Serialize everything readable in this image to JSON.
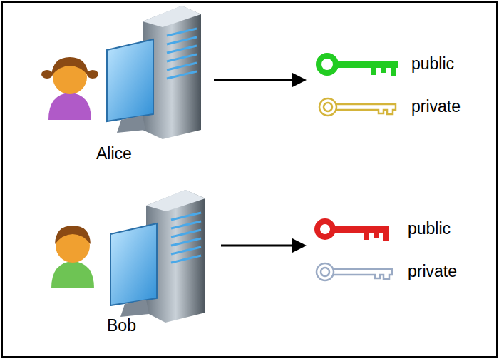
{
  "diagram": {
    "labels": [
      "Alice",
      "public",
      "private",
      "Bob",
      "public",
      "private"
    ]
  }
}
